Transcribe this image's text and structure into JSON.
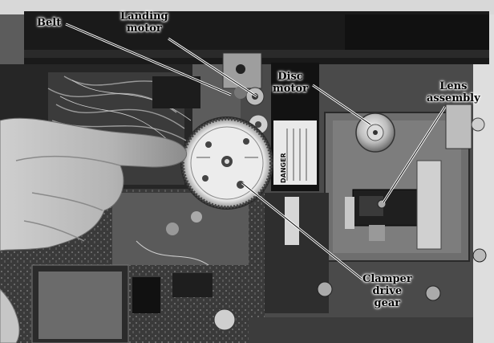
{
  "figure": {
    "callouts": [
      {
        "id": "belt",
        "text": "Belt"
      },
      {
        "id": "landing-motor",
        "text": "Landing\nmotor"
      },
      {
        "id": "disc-motor",
        "text": "Disc\nmotor"
      },
      {
        "id": "lens-assembly",
        "text": "Lens\nassembly"
      },
      {
        "id": "clamper-drive-gear",
        "text": "Clamper\ndrive\ngear"
      }
    ],
    "sticker_text": "DANGER"
  }
}
